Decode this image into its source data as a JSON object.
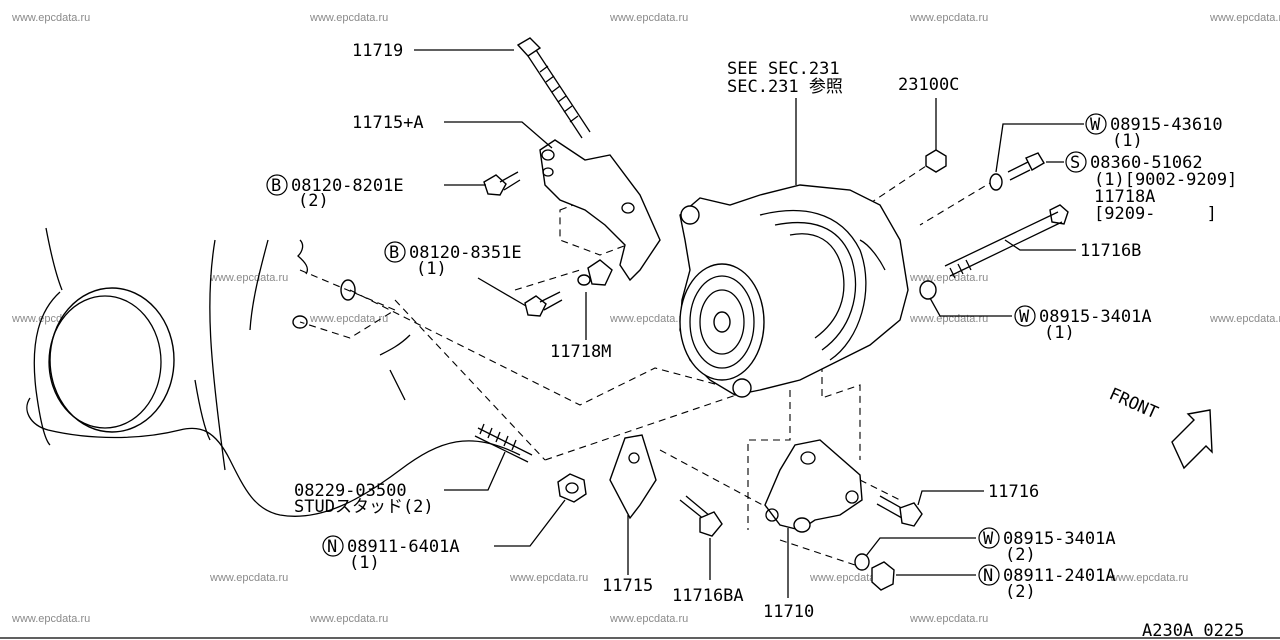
{
  "watermark": "www.epcdata.ru",
  "figure_code": "A230A 0225",
  "labels": {
    "see_sec_en": "SEE SEC.231",
    "see_sec_jp": "SEC.231 参照",
    "p11719": "11719",
    "p11715a": "11715+A",
    "b1_num": "08120-8201E",
    "b1_qty": "(2)",
    "b2_num": "08120-8351E",
    "b2_qty": "(1)",
    "p11718m": "11718M",
    "p23100c": "23100C",
    "w1_num": "08915-43610",
    "w1_qty": "(1)",
    "s1_num": "08360-51062",
    "s1_qty": "(1)[9002-9209]",
    "p11718a": "11718A",
    "p11718a_range": "[9209-     ]",
    "p11716b": "11716B",
    "w2_num": "08915-3401A",
    "w2_qty": "(1)",
    "front": "FRONT",
    "stud_num": "08229-03500",
    "stud_txt": "STUDスタッド(2)",
    "n1_num": "08911-6401A",
    "n1_qty": "(1)",
    "p11715": "11715",
    "p11716ba": "11716BA",
    "p11710": "11710",
    "p11716": "11716",
    "w3_num": "08915-3401A",
    "w3_qty": "(2)",
    "n2_num": "08911-2401A",
    "n2_qty": "(2)",
    "prefix_b": "B",
    "prefix_w": "W",
    "prefix_s": "S",
    "prefix_n": "N"
  }
}
